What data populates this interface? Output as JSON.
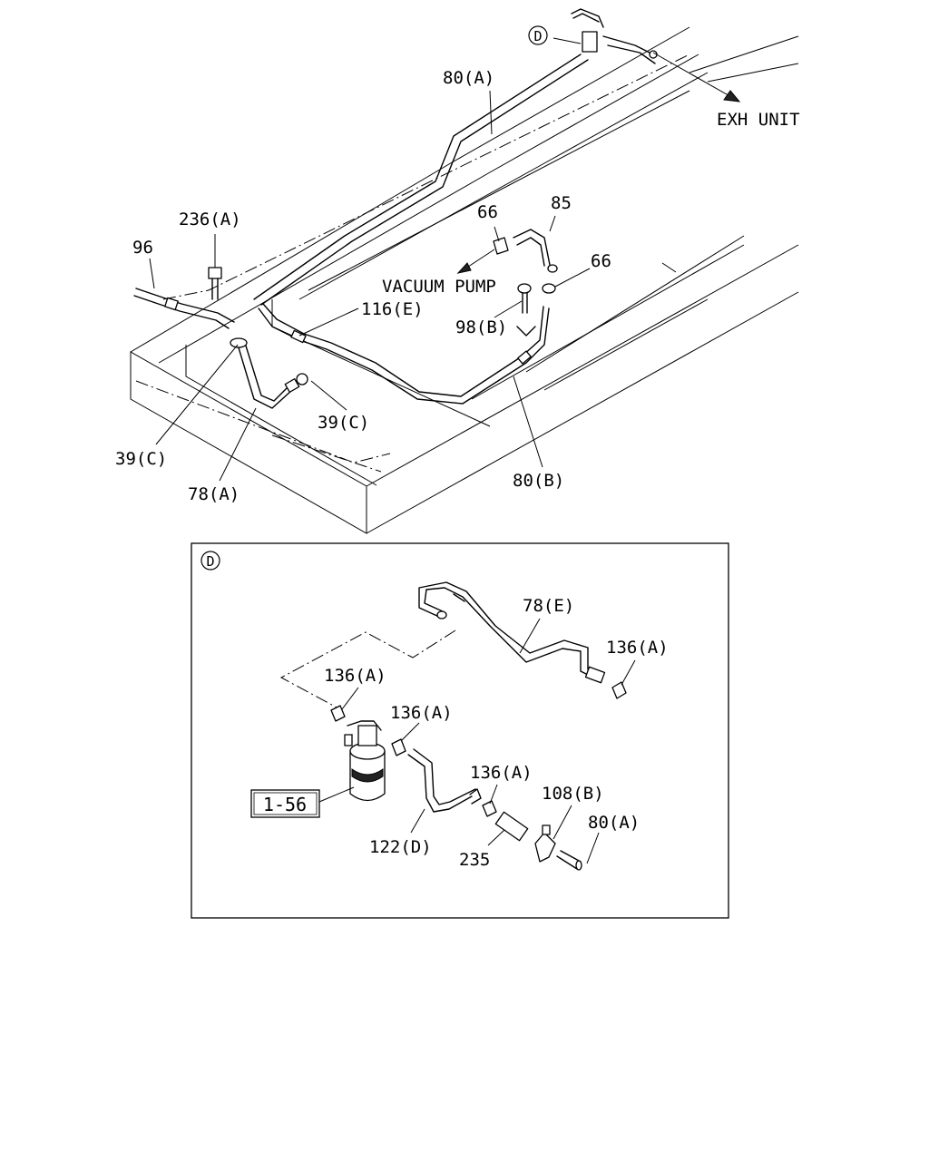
{
  "callout_detail": "D",
  "direction_labels": {
    "exh_unit": "EXH UNIT",
    "vacuum_pump": "VACUUM PUMP"
  },
  "top_labels": {
    "p80a": "80(A)",
    "p236a": "236(A)",
    "p96": "96",
    "p66_left": "66",
    "p85": "85",
    "p66_right": "66",
    "p116e": "116(E)",
    "p98b": "98(B)",
    "p39c_right": "39(C)",
    "p39c_left": "39(C)",
    "p78a": "78(A)",
    "p80b": "80(B)"
  },
  "detail": {
    "marker": "D",
    "labels": {
      "p78e": "78(E)",
      "p136a_1": "136(A)",
      "p136a_2": "136(A)",
      "p136a_3": "136(A)",
      "p136a_4": "136(A)",
      "p108b": "108(B)",
      "p80a": "80(A)",
      "p122d": "122(D)",
      "p235": "235",
      "ref_box": "1-56"
    }
  }
}
